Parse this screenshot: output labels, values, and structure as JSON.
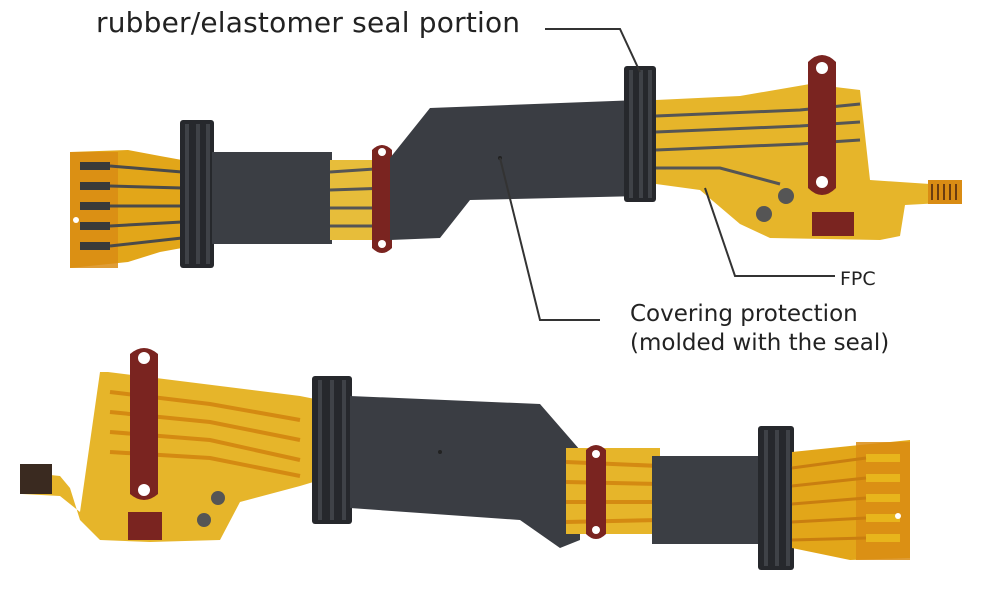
{
  "annotations": {
    "seal": "rubber/elastomer seal portion",
    "fpc": "FPC",
    "cover_line1": "Covering protection",
    "cover_line2": "(molded with the seal)"
  },
  "colors": {
    "fpc_yellow": "#e8b51c",
    "fpc_orange": "#d48a12",
    "cover_gray": "#3c3f45",
    "seal_black": "#27292d",
    "stiffener_red": "#7a2420",
    "leader_line": "#333333"
  }
}
